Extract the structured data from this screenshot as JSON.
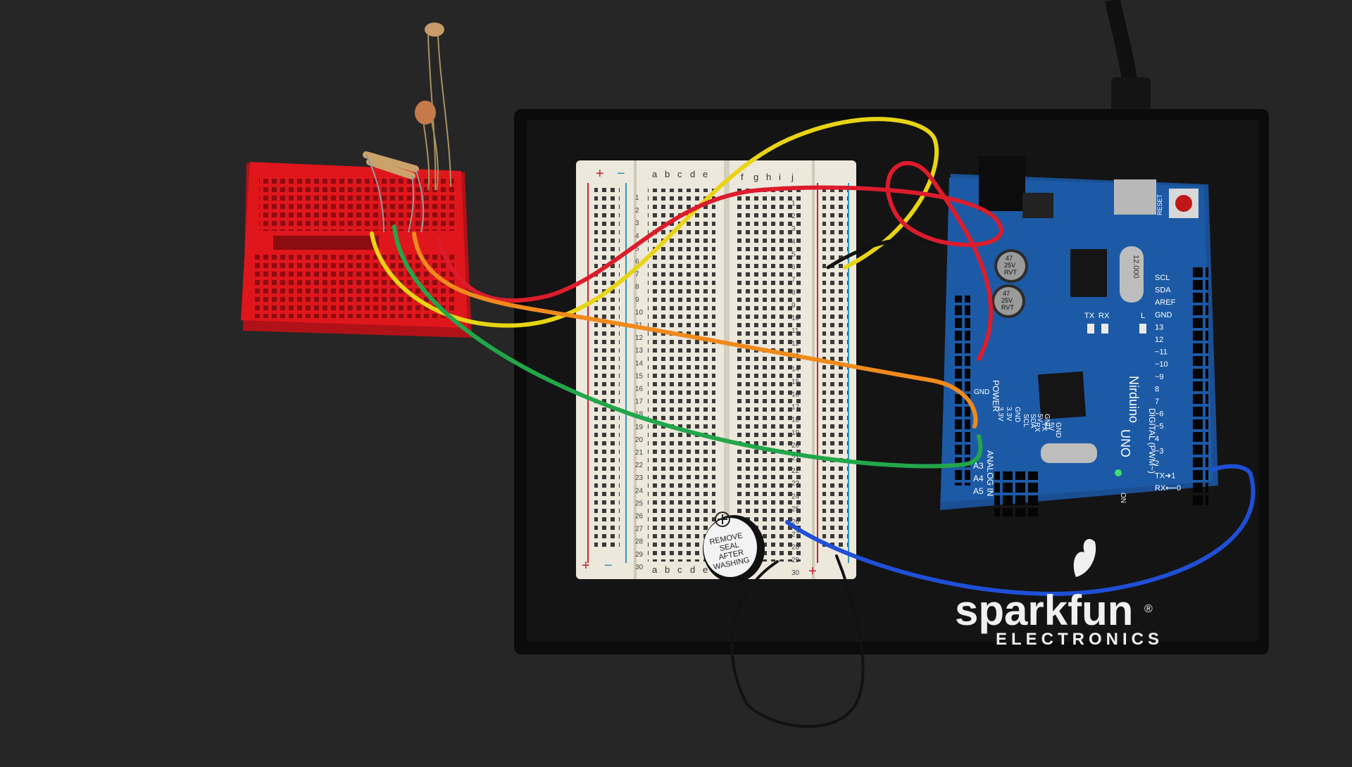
{
  "scene": {
    "description_kind": "photo",
    "colors": {
      "background": "#262626",
      "base_plate": "#0d0d0d",
      "mini_breadboard": "#e0161d",
      "breadboard": "#ece8dc",
      "arduino_board": "#1c5aa6",
      "wire_yellow": "#e8d414",
      "wire_red": "#dc1c2c",
      "wire_orange": "#f08a1c",
      "wire_green": "#22a64a",
      "wire_blue": "#1f4fd6",
      "wire_black": "#121212"
    }
  },
  "breadboard": {
    "rail_plus": "+",
    "rail_minus": "−",
    "cols_left": [
      "a",
      "b",
      "c",
      "d",
      "e"
    ],
    "cols_right": [
      "f",
      "g",
      "h",
      "i",
      "j"
    ],
    "rows": [
      "1",
      "2",
      "3",
      "4",
      "5",
      "6",
      "7",
      "8",
      "9",
      "10",
      "11",
      "12",
      "13",
      "14",
      "15",
      "16",
      "17",
      "18",
      "19",
      "20",
      "21",
      "22",
      "23",
      "24",
      "25",
      "26",
      "27",
      "28",
      "29",
      "30"
    ]
  },
  "buzzer": {
    "line1": "REMOVE",
    "line2": "SEAL",
    "line3": "AFTER",
    "line4": "WASHING"
  },
  "arduino": {
    "name_line1": "Nirduino",
    "name_line2": "UNO",
    "reset": "RESET",
    "crystal": "12.000",
    "cap1_line1": "47",
    "cap1_line2": "25V",
    "cap1_line3": "RVT",
    "cap2_line1": "47",
    "cap2_line2": "25V",
    "cap2_line3": "RVT",
    "tx": "TX",
    "rx": "RX",
    "l": "L",
    "on": "ON",
    "power": "POWER",
    "gnd": "GND",
    "analog_in": "ANALOG IN",
    "digital": "DIGITAL (PWM~)",
    "analog_pins": [
      "A3",
      "A4",
      "A5"
    ],
    "top_pins": [
      "SCL",
      "SDA",
      "AREF",
      "GND",
      "13",
      "12",
      "~11",
      "~10",
      "~9",
      "8",
      "7",
      "~6",
      "~5",
      "4",
      "~3",
      "2",
      "TX➜1",
      "RX⟵0"
    ],
    "icsp_labels": [
      "3.3V",
      "3.3V",
      "GND"
    ],
    "icsp_labels2": [
      "SCL",
      "SDA",
      "5V",
      "GND"
    ],
    "icsp_labels3": [
      "RX",
      "TX",
      "5V",
      "GND"
    ]
  },
  "logo": {
    "word": "sparkfun",
    "reg": "®",
    "sub": "ELECTRONICS"
  }
}
